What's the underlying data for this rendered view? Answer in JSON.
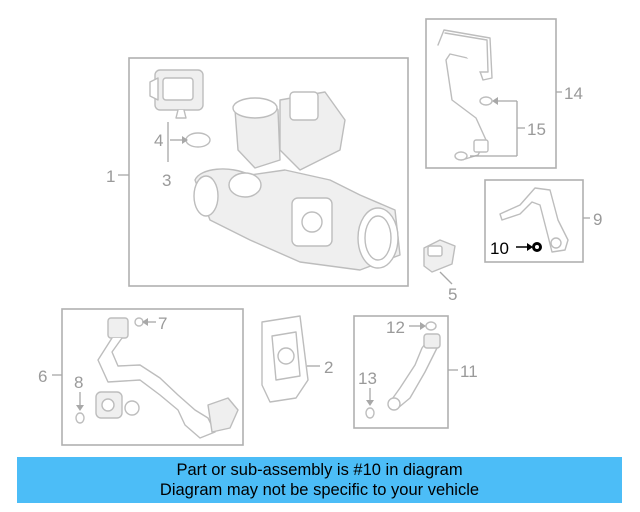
{
  "diagram": {
    "callouts": {
      "c1": "1",
      "c2": "2",
      "c3": "3",
      "c4": "4",
      "c5": "5",
      "c6": "6",
      "c7": "7",
      "c8": "8",
      "c9": "9",
      "c10": "10",
      "c11": "11",
      "c12": "12",
      "c13": "13",
      "c14": "14",
      "c15": "15"
    },
    "highlighted_part": "10",
    "colors": {
      "highlight_part": "#000000",
      "faded_part": "#bdbdbd",
      "banner": "#4cbdf7"
    }
  },
  "banner": {
    "line1": "Part or sub-assembly is #10 in diagram",
    "line2": "Diagram may not be specific to your vehicle"
  }
}
